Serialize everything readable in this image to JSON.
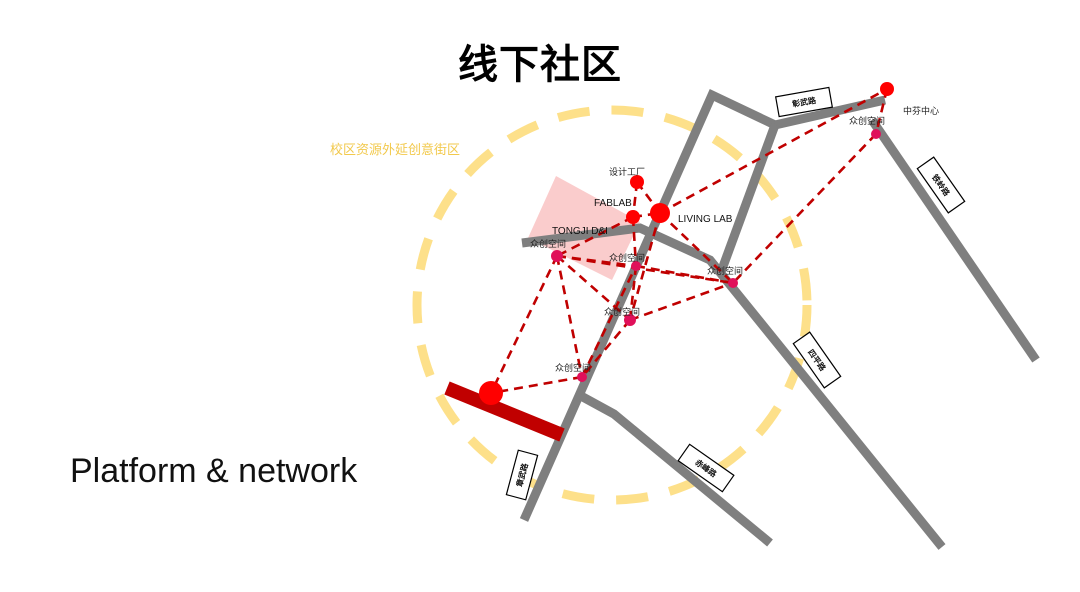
{
  "title": "线下社区",
  "subtitle": "Platform & network",
  "colors": {
    "road": "#7f7f7f",
    "zone": "#fde08a",
    "zone_label": "#f2c94c",
    "link": "#c00000",
    "node": "#ff0000",
    "node_small": "#e0105a",
    "campus_fill": "#f9c7c7",
    "highlight_road": "#c00000"
  },
  "zone_label": "校区资源外延创意街区",
  "roads": [
    {
      "id": "pengwu",
      "label": "彰武路"
    },
    {
      "id": "tieling",
      "label": "铁岭路"
    },
    {
      "id": "siping",
      "label": "四平路"
    },
    {
      "id": "chifeng",
      "label": "赤峰路"
    },
    {
      "id": "zhangwu2",
      "label": "章武路"
    }
  ],
  "nodes": [
    {
      "id": "design",
      "label": "设计工厂",
      "type": "major"
    },
    {
      "id": "fablab",
      "label": "FABLAB",
      "type": "major"
    },
    {
      "id": "livinglab",
      "label": "LIVING LAB",
      "type": "major"
    },
    {
      "id": "tongji",
      "label": "TONGJI D&I",
      "type": "major"
    },
    {
      "id": "zc1",
      "label": "众创空间",
      "type": "minor"
    },
    {
      "id": "zc2",
      "label": "众创空间",
      "type": "minor"
    },
    {
      "id": "zc3",
      "label": "众创空间",
      "type": "minor"
    },
    {
      "id": "zc4",
      "label": "众创空间",
      "type": "minor"
    },
    {
      "id": "zc5",
      "label": "众创空间",
      "type": "minor"
    },
    {
      "id": "zc6",
      "label": "众创空间",
      "type": "minor"
    },
    {
      "id": "zhongfen",
      "label": "中芬中心",
      "type": "major"
    },
    {
      "id": "hub",
      "label": "",
      "type": "major"
    }
  ]
}
